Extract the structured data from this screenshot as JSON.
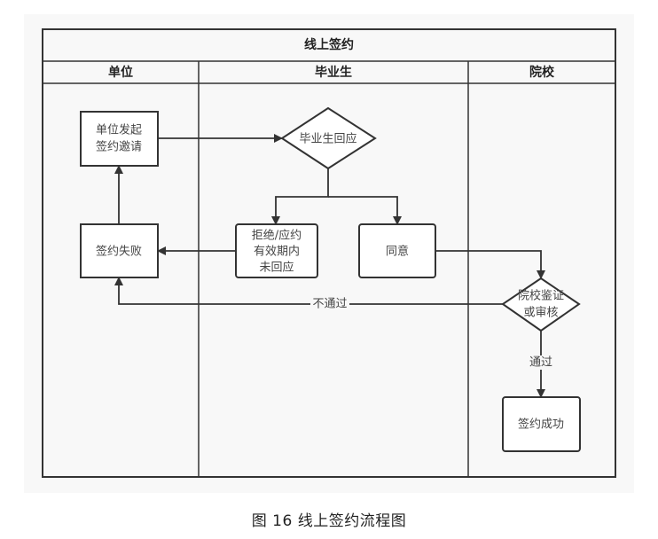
{
  "diagram": {
    "title": "线上签约",
    "lanes": [
      {
        "id": "unit",
        "label": "单位"
      },
      {
        "id": "graduate",
        "label": "毕业生"
      },
      {
        "id": "school",
        "label": "院校"
      }
    ],
    "nodes": [
      {
        "id": "invite",
        "type": "process",
        "lane": "unit",
        "lines": [
          "单位发起",
          "签约邀请"
        ]
      },
      {
        "id": "fail",
        "type": "process",
        "lane": "unit",
        "lines": [
          "签约失败"
        ]
      },
      {
        "id": "respond",
        "type": "decision",
        "lane": "graduate",
        "lines": [
          "毕业生回应"
        ]
      },
      {
        "id": "reject",
        "type": "process",
        "lane": "graduate",
        "lines": [
          "拒绝/应约",
          "有效期内",
          "未回应"
        ]
      },
      {
        "id": "agree",
        "type": "process",
        "lane": "graduate",
        "lines": [
          "同意"
        ]
      },
      {
        "id": "verify",
        "type": "decision",
        "lane": "school",
        "lines": [
          "院校鉴证",
          "或审核"
        ]
      },
      {
        "id": "success",
        "type": "process",
        "lane": "school",
        "lines": [
          "签约成功"
        ]
      }
    ],
    "edges": [
      {
        "from": "invite",
        "to": "respond",
        "label": ""
      },
      {
        "from": "respond",
        "to": "reject",
        "label": ""
      },
      {
        "from": "respond",
        "to": "agree",
        "label": ""
      },
      {
        "from": "reject",
        "to": "fail",
        "label": ""
      },
      {
        "from": "fail",
        "to": "invite",
        "label": ""
      },
      {
        "from": "agree",
        "to": "verify",
        "label": ""
      },
      {
        "from": "verify",
        "to": "fail",
        "label": "不通过"
      },
      {
        "from": "verify",
        "to": "success",
        "label": "通过"
      }
    ]
  },
  "caption": "图 16  线上签约流程图"
}
